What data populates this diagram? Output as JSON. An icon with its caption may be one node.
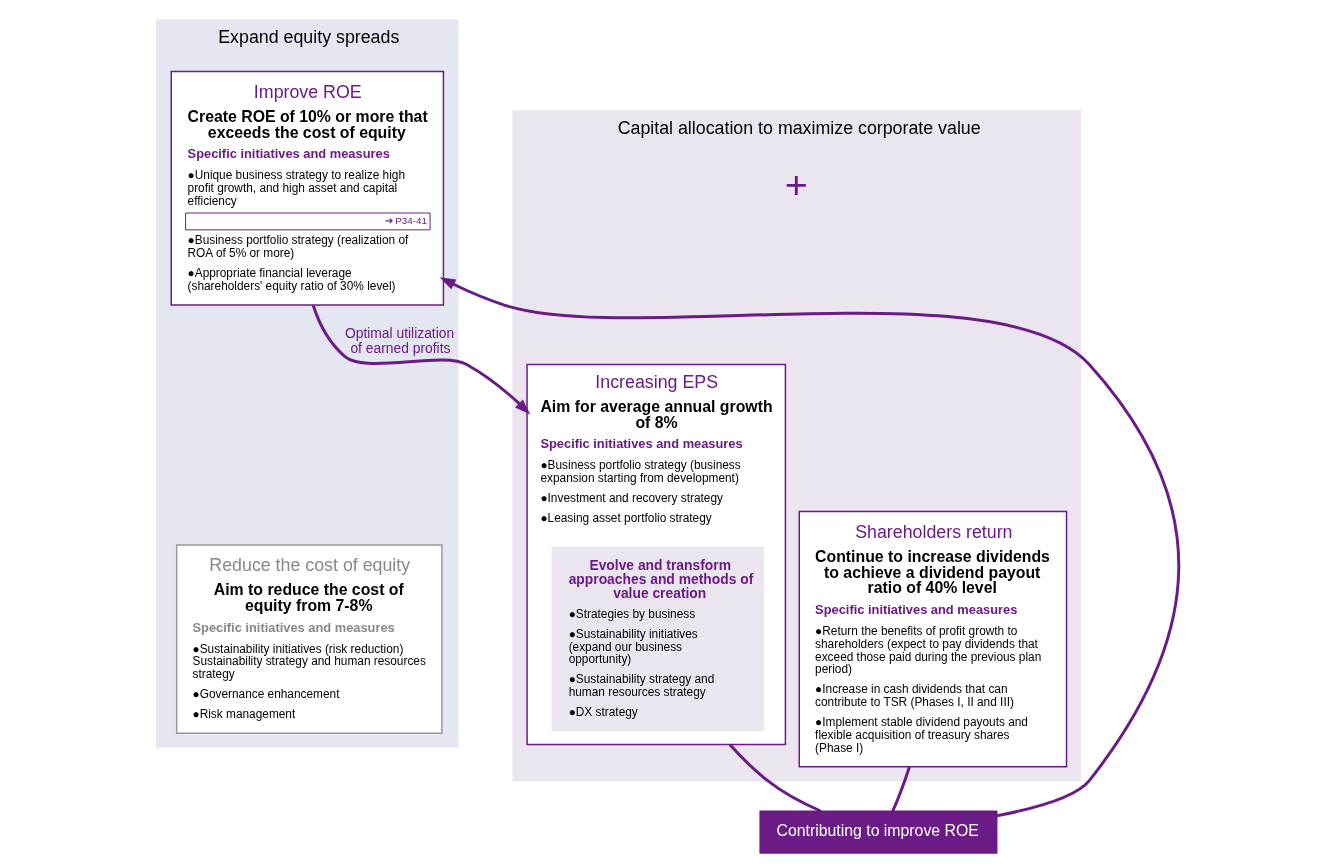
{
  "diagram": {
    "nodes": [
      {
        "text": [
          "Expand equity spreads"
        ]
      },
      {
        "text": [
          "Improve ROE",
          "Create ROE of 10% or more that exceeds the cost of equity",
          "Specific initiatives and measures",
          "●Unique business strategy to realize high profit growth, and high asset and capital efficiency",
          "➔ P34-41",
          "●Business portfolio strategy (realization of ROA of 5% or more)",
          "●Appropriate financial leverage (shareholders' equity ratio of 30% level)"
        ],
        "in": 0
      },
      {
        "text": [
          "Reduce the cost of equity",
          "Aim to reduce the cost of equity from 7-8%",
          "Specific initiatives and measures",
          "●Sustainability initiatives (risk reduction) Sustainability strategy and human resources strategy",
          "●Governance enhancement",
          "●Risk management"
        ],
        "in": 0
      },
      {
        "text": [
          "Capital allocation to maximize corporate value"
        ]
      },
      {
        "text": [
          "Increasing EPS",
          "Aim for average annual growth of 8%",
          "Specific initiatives and measures",
          "●Business portfolio strategy (business expansion starting from development)",
          "●Investment and recovery strategy",
          "●Leasing asset portfolio strategy"
        ],
        "in": 3
      },
      {
        "text": [
          "Evolve and transform approaches and methods of value creation",
          "●Strategies by business",
          "●Sustainability initiatives (expand our business opportunity)",
          "●Sustainability strategy and human resources strategy",
          "●DX strategy"
        ],
        "in": 4
      },
      {
        "text": [
          "Shareholders return",
          "Continue to increase dividends to achieve a dividend payout ratio of 40% level",
          "Specific initiatives and measures",
          "●Return the benefits of profit growth to shareholders (expect to pay dividends that exceed those paid during the previous plan period)",
          "●Increase in cash dividends that can contribute to TSR (Phases I, II and III)",
          "●Implement stable dividend payouts and flexible acquisition of treasury shares (Phase I)"
        ],
        "in": 3
      },
      {
        "text": [
          "Contributing to improve ROE"
        ]
      }
    ],
    "edges": [
      {
        "from": 1,
        "to": 4,
        "arrow": "to",
        "label": "Optimal utilization of earned profits"
      },
      {
        "from": 4,
        "to": 7,
        "arrow": "none"
      },
      {
        "from": 6,
        "to": 7,
        "arrow": "none"
      },
      {
        "from": 7,
        "to": 1,
        "arrow": "to"
      }
    ],
    "labels": [
      "+"
    ]
  }
}
